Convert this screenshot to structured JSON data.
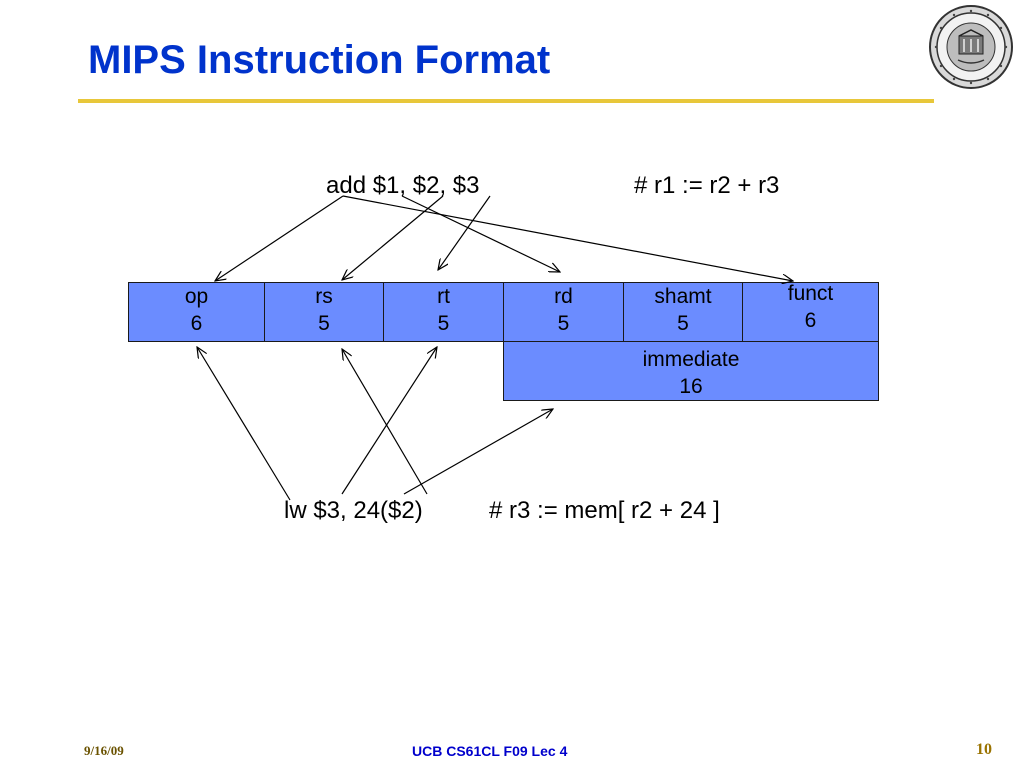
{
  "slide": {
    "title": "MIPS Instruction Format"
  },
  "r_instruction": {
    "code": "add $1, $2, $3",
    "comment": "# r1 := r2 + r3"
  },
  "i_instruction": {
    "code": "lw $3, 24($2)",
    "comment": "# r3 := mem[ r2 + 24 ]"
  },
  "r_fields": [
    {
      "name": "op",
      "width": "6"
    },
    {
      "name": "rs",
      "width": "5"
    },
    {
      "name": "rt",
      "width": "5"
    },
    {
      "name": "rd",
      "width": "5"
    },
    {
      "name": "shamt",
      "width": "5"
    },
    {
      "name": "funct",
      "width": "6"
    }
  ],
  "i_field": {
    "name": "immediate",
    "width": "16"
  },
  "footer": {
    "date": "9/16/09",
    "course": "UCB CS61CL F09 Lec 4",
    "page": "10"
  },
  "colors": {
    "title": "#0033cc",
    "field_fill": "#6b8cff",
    "rule": "#e8c73a"
  },
  "icons": {
    "seal": "university-seal-icon"
  }
}
